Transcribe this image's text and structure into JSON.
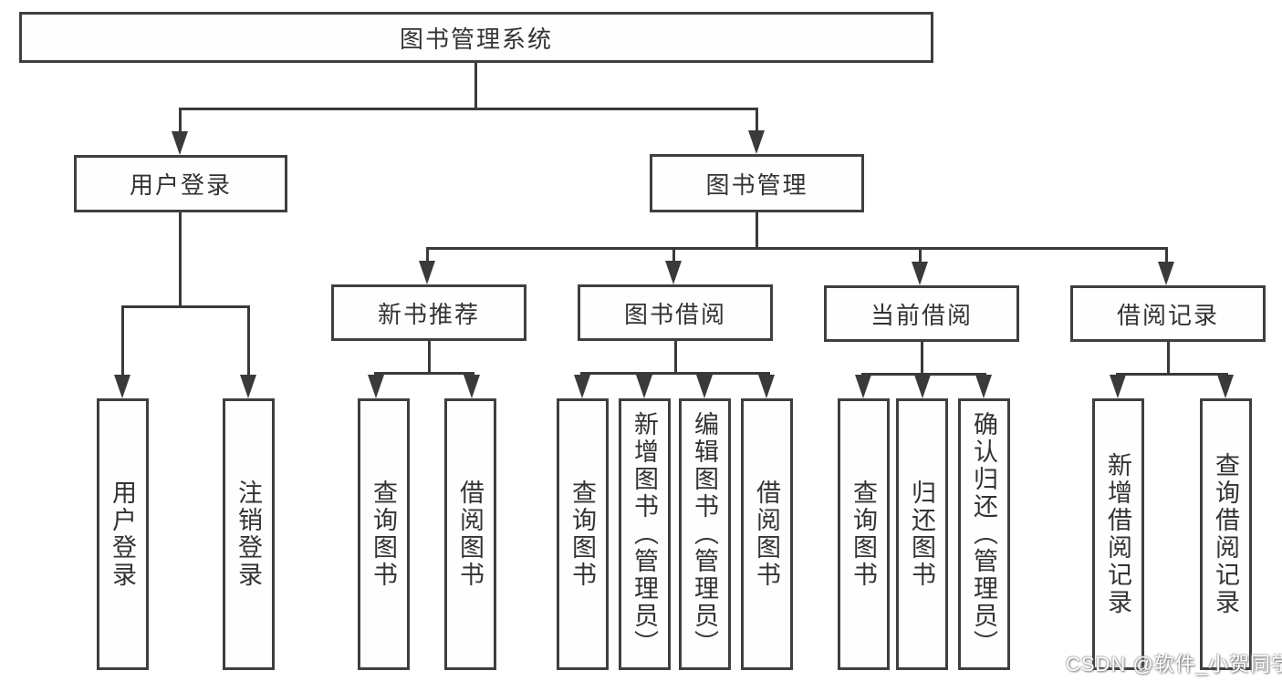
{
  "diagram": {
    "type": "hierarchy-tree",
    "watermark": "CSDN @软件_小贺同学",
    "colors": {
      "background": "#ffffff",
      "box_border": "#3f3f3f",
      "connector_line": "#3a3a3a",
      "text": "#333333",
      "watermark_text": "#ffffff"
    },
    "root": {
      "label": "图书管理系统",
      "children": [
        {
          "label": "用户登录",
          "children": [
            {
              "label": "用户登录"
            },
            {
              "label": "注销登录"
            }
          ]
        },
        {
          "label": "图书管理",
          "children": [
            {
              "label": "新书推荐",
              "children": [
                {
                  "label": "查询图书"
                },
                {
                  "label": "借阅图书"
                }
              ]
            },
            {
              "label": "图书借阅",
              "children": [
                {
                  "label": "查询图书"
                },
                {
                  "label": "新增图书（管理员）"
                },
                {
                  "label": "编辑图书（管理员）"
                },
                {
                  "label": "借阅图书"
                }
              ]
            },
            {
              "label": "当前借阅",
              "children": [
                {
                  "label": "查询图书"
                },
                {
                  "label": "归还图书"
                },
                {
                  "label": "确认归还（管理员）"
                }
              ]
            },
            {
              "label": "借阅记录",
              "children": [
                {
                  "label": "新增借阅记录"
                },
                {
                  "label": "查询借阅记录"
                }
              ]
            }
          ]
        }
      ]
    }
  }
}
